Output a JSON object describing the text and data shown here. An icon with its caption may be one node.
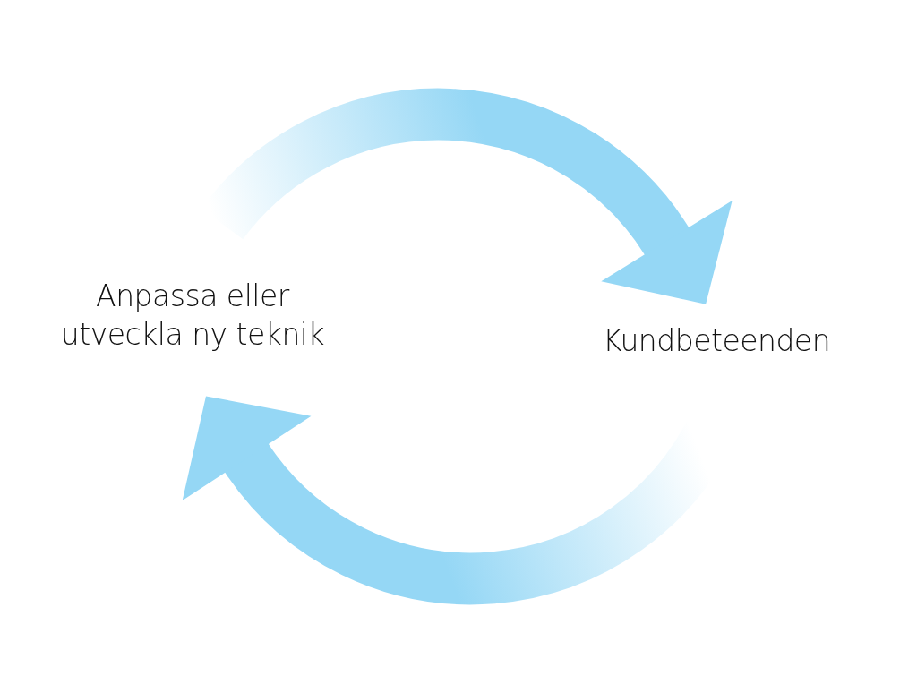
{
  "diagram": {
    "nodes": [
      {
        "text": [
          "Anpassa eller utveckla ny teknik"
        ]
      },
      {
        "text": [
          "Kundbeteenden"
        ]
      }
    ],
    "edges": [
      {
        "from": 0,
        "to": 1,
        "arrow": "to"
      },
      {
        "from": 1,
        "to": 0,
        "arrow": "to"
      }
    ]
  }
}
